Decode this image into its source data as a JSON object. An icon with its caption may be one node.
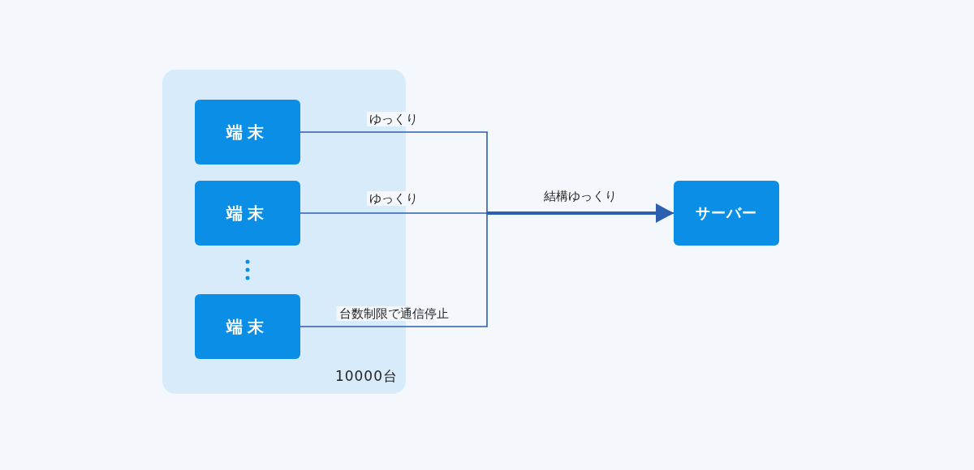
{
  "diagram": {
    "nodes": [
      {
        "text": [
          "10000台"
        ]
      },
      {
        "text": [
          "端末"
        ],
        "in": 0
      },
      {
        "text": [
          "端末"
        ],
        "in": 0
      },
      {
        "text": [
          "端末"
        ],
        "in": 0
      },
      {
        "text": [
          "サーバー"
        ]
      }
    ],
    "edges": [
      {
        "from": 1,
        "to": 4,
        "arrow": "to",
        "label": "ゆっくり"
      },
      {
        "from": 2,
        "to": 4,
        "arrow": "to",
        "label": "ゆっくり"
      },
      {
        "from": 3,
        "to": 4,
        "arrow": "to",
        "label": "台数制限で通信停止"
      }
    ],
    "labels": [
      "結構ゆっくり"
    ]
  }
}
